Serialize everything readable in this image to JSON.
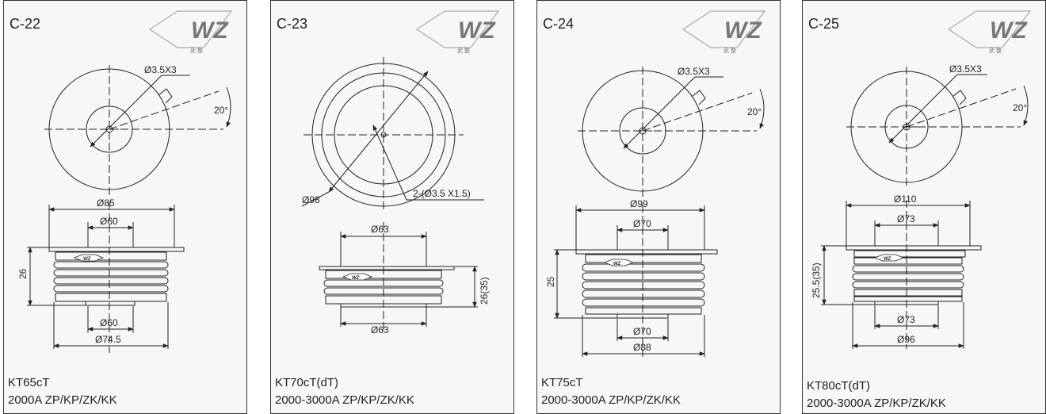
{
  "logo": {
    "letters": "WZ",
    "sub": "武 整",
    "color": "#8a8a8a"
  },
  "colors": {
    "stroke": "#222222",
    "panel_bg": "#f7f7f7",
    "border": "#333333"
  },
  "panels": [
    {
      "code": "C-22",
      "model": "KT65cT",
      "rating": "2000A  ZP/KP/ZK/KK",
      "hole": "Ø3.5X3",
      "angle": "20°",
      "top_dia": "Ø85",
      "upper_dia": "Ø60",
      "lower_dia": "Ø60",
      "bottom_dia": "Ø74.5",
      "height": "26",
      "badge": "WZ"
    },
    {
      "code": "C-23",
      "model": "KT70cT(dT)",
      "rating": "2000-3000A  ZP/KP/ZK/KK",
      "outer_dia": "Ø98",
      "hole": "2-(Ø3.5 X1.5)",
      "upper_dia": "Ø63",
      "lower_dia": "Ø63",
      "height": "26(35)",
      "badge": "WZ"
    },
    {
      "code": "C-24",
      "model": "KT75cT",
      "rating": "2000-3000A  ZP/KP/ZK/KK",
      "hole": "Ø3.5X3",
      "angle": "20°",
      "top_dia": "Ø99",
      "upper_dia": "Ø70",
      "lower_dia": "Ø70",
      "bottom_dia": "Ø88",
      "height": "25",
      "badge": "WZ"
    },
    {
      "code": "C-25",
      "model": "KT80cT(dT)",
      "rating": "2000-3000A  ZP/KP/ZK/KK",
      "hole": "Ø3.5X3",
      "angle": "20°",
      "top_dia": "Ø110",
      "upper_dia": "Ø73",
      "lower_dia": "Ø73",
      "bottom_dia": "Ø96",
      "height": "25.5(35)",
      "badge": "WZ"
    }
  ]
}
